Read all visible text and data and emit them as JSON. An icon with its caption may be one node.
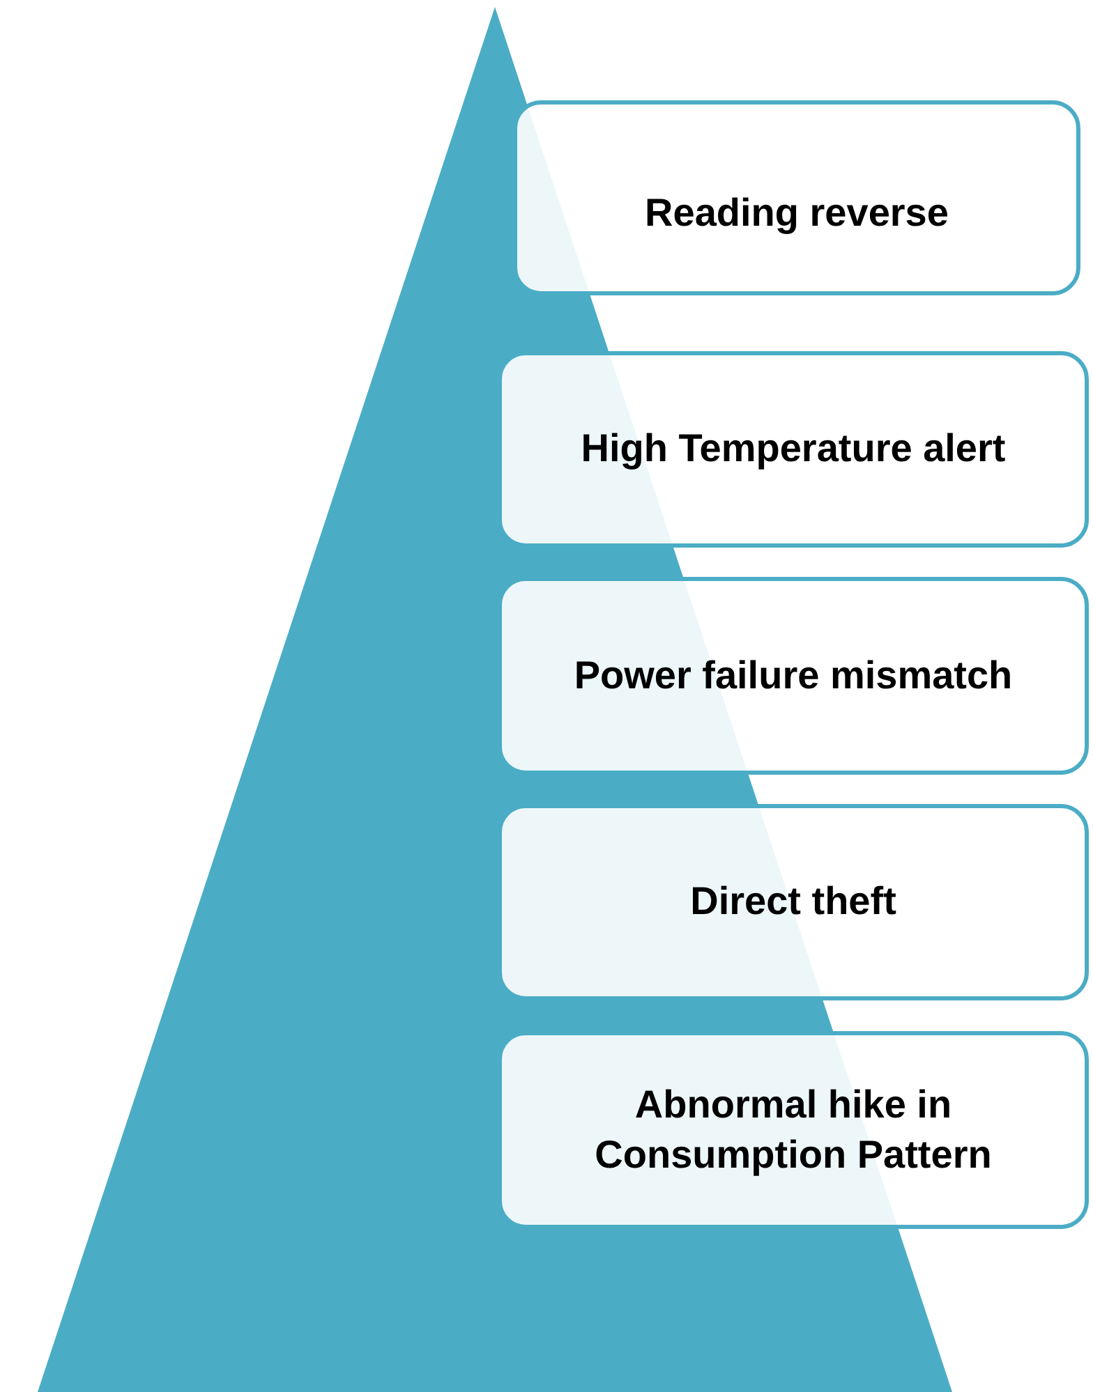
{
  "diagram": {
    "nodes": [
      {
        "text": [
          "Reading reverse"
        ]
      },
      {
        "text": [
          "High Temperature alert"
        ]
      },
      {
        "text": [
          "Power failure mismatch"
        ]
      },
      {
        "text": [
          "Direct theft"
        ]
      },
      {
        "text": [
          "Abnormal hike in Consumption Pattern"
        ]
      }
    ]
  }
}
